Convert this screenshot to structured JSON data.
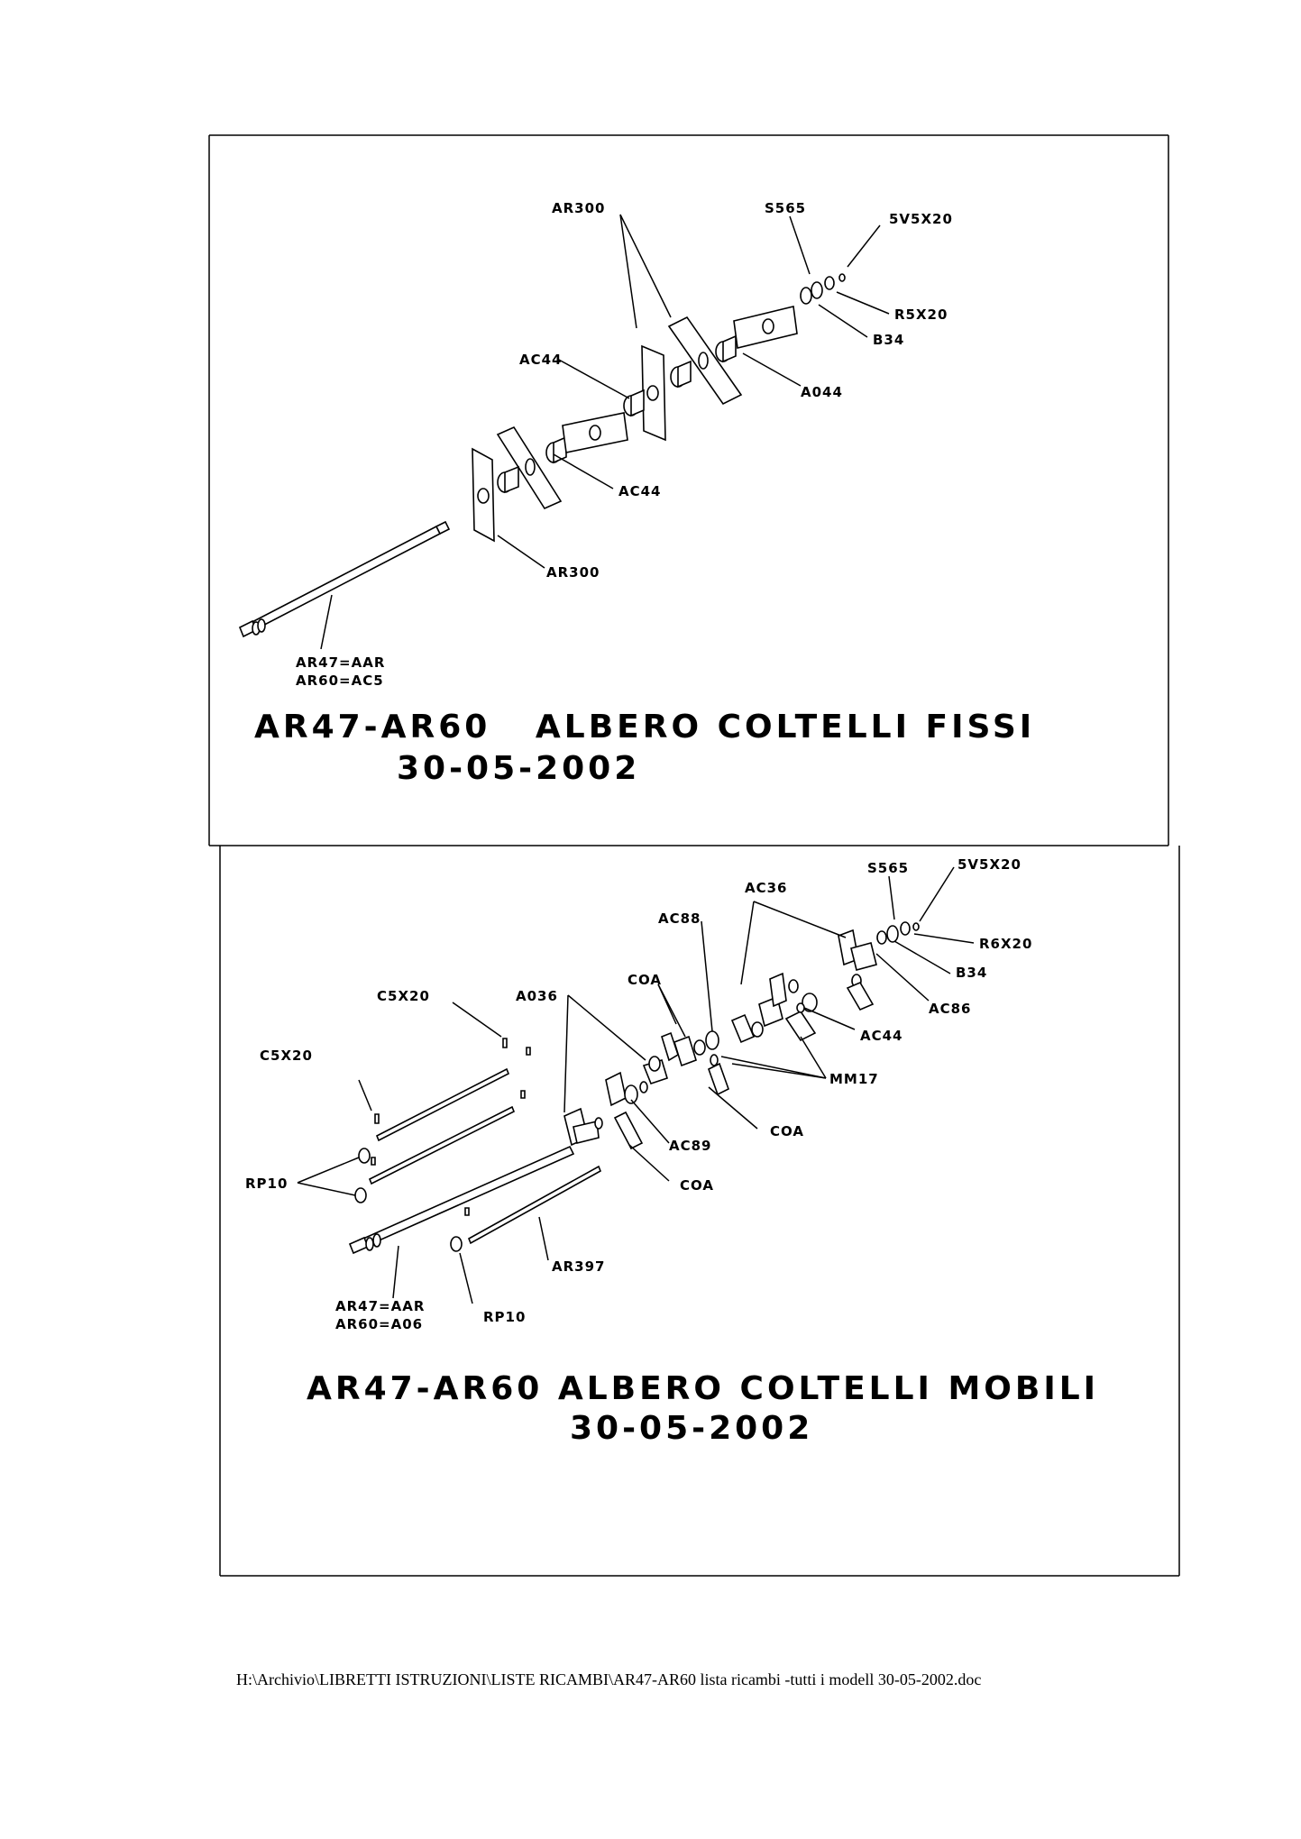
{
  "top_diagram": {
    "title": "AR47-AR60   ALBERO COLTELLI FISSI",
    "date": "30-05-2002",
    "labels": {
      "ar300": "AR300",
      "s565": "S565",
      "5v5x20": "5V5X20",
      "r5x20": "R5X20",
      "b34": "B34",
      "ac44_a": "AC44",
      "a044": "A044",
      "ac44_b": "AC44",
      "ar300_b": "AR300",
      "ar47_aar": "AR47=AAR",
      "ar60_ac5": "AR60=AC5"
    }
  },
  "bottom_diagram": {
    "title": "AR47-AR60 ALBERO COLTELLI MOBILI",
    "date": "30-05-2002",
    "labels": {
      "s565": "S565",
      "5v5x20": "5V5X20",
      "ac36": "AC36",
      "ac88": "AC88",
      "r6x20": "R6X20",
      "b34": "B34",
      "coa_a": "COA",
      "c5x20_a": "C5X20",
      "a036": "A036",
      "ac86": "AC86",
      "ac44": "AC44",
      "c5x20_b": "C5X20",
      "mm17": "MM17",
      "coa_b": "COA",
      "ac89": "AC89",
      "rp10_a": "RP10",
      "coa_c": "COA",
      "ar397": "AR397",
      "ar47_aar": "AR47=AAR",
      "ar60_a06": "AR60=A06",
      "rp10_b": "RP10"
    }
  },
  "footer": {
    "path": "H:\\Archivio\\LIBRETTI ISTRUZIONI\\LISTE RICAMBI\\AR47-AR60  lista ricambi -tutti i modell 30-05-2002.doc"
  }
}
